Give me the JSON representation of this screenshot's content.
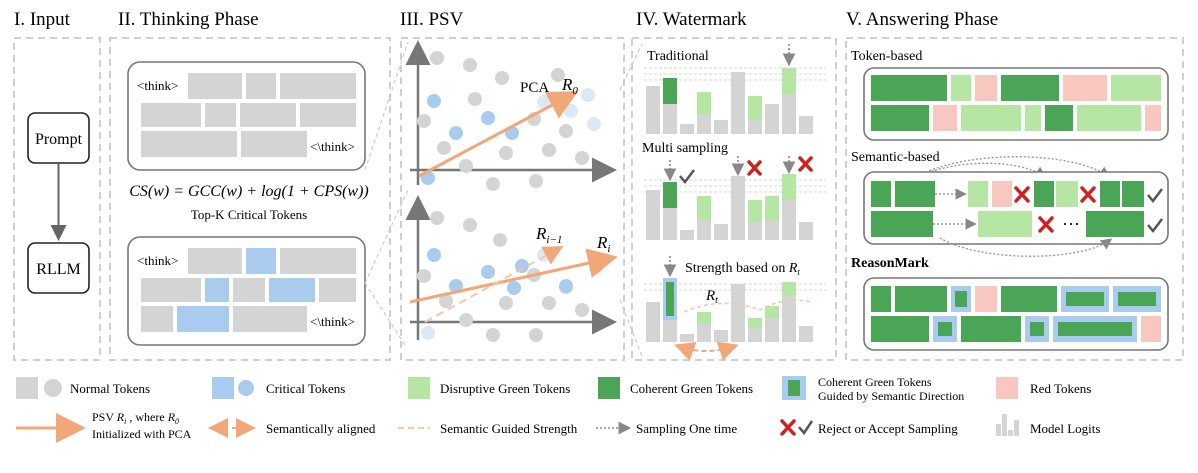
{
  "sections": {
    "input": "I. Input",
    "thinking": "II. Thinking Phase",
    "psv": "III. PSV",
    "watermark": "IV. Watermark",
    "answering": "V. Answering Phase"
  },
  "input": {
    "prompt": "Prompt",
    "model": "RLLM"
  },
  "thinking": {
    "think_open": "<think>",
    "think_close": "<\\think>",
    "formula": "CS(w) = GCC(w) + log(1 + CPS(w))",
    "topk": "Top-K Critical Tokens"
  },
  "psv": {
    "pca": "PCA",
    "r0": "R",
    "r0_sub": "0",
    "ri_prev": "R",
    "ri_prev_sub": "i−1",
    "ri": "R",
    "ri_sub": "i"
  },
  "watermark": {
    "traditional": "Traditional",
    "multi": "Multi sampling",
    "strength": "Strength based on ",
    "strength_var": "R",
    "strength_sub": "t",
    "rt": "R",
    "rt_sub": "t"
  },
  "answering": {
    "token_based": "Token-based",
    "semantic_based": "Semantic-based",
    "reasonmark": "ReasonMark",
    "ellipsis": "···"
  },
  "legend": {
    "normal": "Normal Tokens",
    "critical": "Critical Tokens",
    "disruptive": "Disruptive Green Tokens",
    "coherent": "Coherent Green Tokens",
    "guided_line1": "Coherent Green Tokens",
    "guided_line2": "Guided by Semantic Direction",
    "red": "Red Tokens",
    "psv_line1a": "PSV ",
    "psv_var": "R",
    "psv_sub": "i",
    "psv_line1b": " , where ",
    "psv_r0": "R",
    "psv_r0_sub": "0",
    "psv_line2": "Initialized with PCA",
    "aligned": "Semantically aligned",
    "strength": "Semantic Guided Strength",
    "sampling": "Sampling One time",
    "reject": "Reject or Accept Sampling",
    "logits": "Model Logits"
  },
  "colors": {
    "gray": "#d4d4d4",
    "blue": "#a9cbed",
    "light_green": "#b6e6a3",
    "dark_green": "#4aa656",
    "red": "#f8c8c0",
    "orange": "#f0a878",
    "cross": "#d21f1f",
    "dash": "#cfcfcf"
  }
}
